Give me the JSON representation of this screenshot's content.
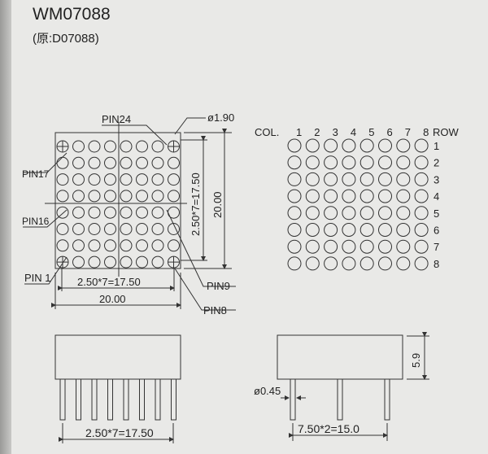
{
  "header": {
    "model": "WM07088",
    "original": "(原:D07088)"
  },
  "front_view": {
    "rows": 8,
    "cols": 8,
    "labels": {
      "pin24": "PIN24",
      "pin17": "PIN17",
      "pin16": "PIN16",
      "pin1": "PIN 1",
      "pin9": "PIN9",
      "pin8": "PIN8",
      "dot_diameter": "ø1.90",
      "pitch_horizontal": "2.50*7=17.50",
      "width": "20.00",
      "pitch_vertical": "2.50*7=17.50",
      "height": "20.00"
    }
  },
  "schematic": {
    "col_label": "COL.",
    "row_label": "ROW",
    "col_numbers": [
      "1",
      "2",
      "3",
      "4",
      "5",
      "6",
      "7",
      "8"
    ],
    "row_numbers": [
      "1",
      "2",
      "3",
      "4",
      "5",
      "6",
      "7",
      "8"
    ]
  },
  "side_view": {
    "pins": 8,
    "pitch": "2.50*7=17.50"
  },
  "end_view": {
    "pins": 3,
    "pin_diameter": "ø0.45",
    "pitch": "7.50*2=15.0",
    "height": "5.9"
  }
}
